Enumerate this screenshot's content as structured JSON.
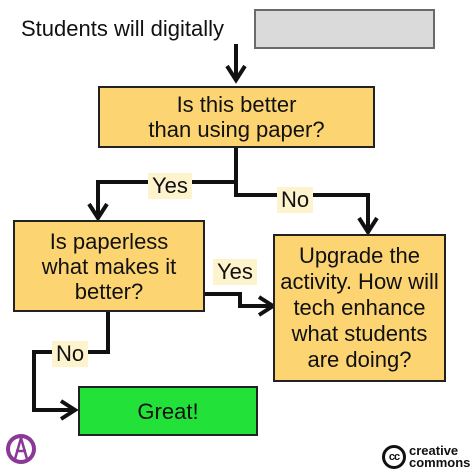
{
  "prompt": {
    "text": "Students will digitally",
    "blank_value": ""
  },
  "nodes": {
    "question1": "Is this better\nthan using paper?",
    "question2": "Is paperless\nwhat makes it\nbetter?",
    "upgrade": "Upgrade the\nactivity. How will\ntech enhance\nwhat students\nare doing?",
    "great": "Great!"
  },
  "edges": {
    "q1_yes": "Yes",
    "q1_no": "No",
    "q2_yes": "Yes",
    "q2_no": "No"
  },
  "footer": {
    "license_badge": "cc",
    "license_line1": "creative",
    "license_line2": "commons",
    "logo_icon": "purple-compass-logo"
  },
  "colors": {
    "decision": "#fcd472",
    "terminal": "#22e23a",
    "blank": "#dadada",
    "edge_label_bg": "#fdf3cc",
    "logo": "#8a3a96"
  }
}
